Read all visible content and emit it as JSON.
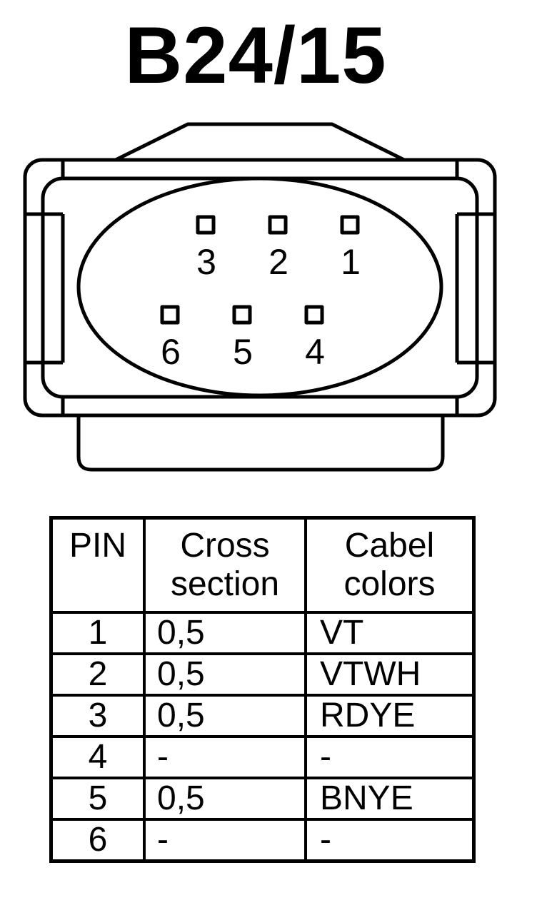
{
  "title": "B24/15",
  "connector": {
    "pin_labels": [
      "3",
      "2",
      "1",
      "6",
      "5",
      "4"
    ]
  },
  "table": {
    "headers": {
      "pin": "PIN",
      "cross_section_line1": "Cross",
      "cross_section_line2": "section",
      "colors_line1": "Cabel",
      "colors_line2": "colors"
    },
    "rows": [
      {
        "pin": "1",
        "cross_section": "0,5",
        "color": "VT"
      },
      {
        "pin": "2",
        "cross_section": "0,5",
        "color": "VTWH"
      },
      {
        "pin": "3",
        "cross_section": "0,5",
        "color": "RDYE"
      },
      {
        "pin": "4",
        "cross_section": "-",
        "color": "-"
      },
      {
        "pin": "5",
        "cross_section": "0,5",
        "color": "BNYE"
      },
      {
        "pin": "6",
        "cross_section": "-",
        "color": "-"
      }
    ]
  }
}
